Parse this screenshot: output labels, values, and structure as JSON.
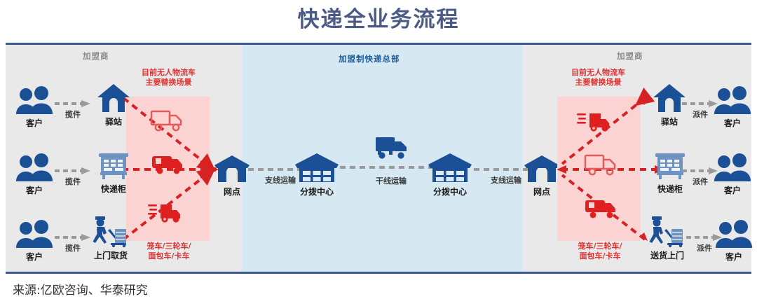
{
  "title": "快递全业务流程",
  "source": "来源:亿欧咨询、华泰研究",
  "colors": {
    "title": "#4b5b86",
    "panel_bg": "#e9e9e9",
    "mid_band_bg": "#d6e9f2",
    "pink_box": "#fcd3d3",
    "brand_blue": "#1b4f96",
    "light_blue": "#6f93c0",
    "red": "#e03030",
    "arrow_gray": "#9a9a9a",
    "border": "#3d5a93"
  },
  "zones": {
    "left": "加盟商",
    "middle": "加盟制快递总部",
    "right": "加盟商"
  },
  "red_notes": {
    "left_top": [
      "目前无人物流车",
      "主要替换场景"
    ],
    "left_bottom": [
      "笼车/三轮车/",
      "面包车/卡车"
    ],
    "right_top": [
      "目前无人物流车",
      "主要替换场景"
    ],
    "right_bottom": [
      "笼车/三轮车/",
      "面包车/卡车"
    ]
  },
  "left_flow": {
    "rows": [
      {
        "customer": "客户",
        "action": "揽件",
        "endpoint": "驿站",
        "endpoint_icon": "house-icon"
      },
      {
        "customer": "客户",
        "action": "揽件",
        "endpoint": "快递柜",
        "endpoint_icon": "locker-icon"
      },
      {
        "customer": "客户",
        "action": "揽件",
        "endpoint": "上门取货",
        "endpoint_icon": "courier-cart-icon"
      }
    ],
    "customer_icon": "two-people-icon"
  },
  "right_flow": {
    "rows": [
      {
        "endpoint": "驿站",
        "endpoint_icon": "house-icon",
        "action": "派件",
        "customer": "客户"
      },
      {
        "endpoint": "快递柜",
        "endpoint_icon": "locker-icon",
        "action": "派件",
        "customer": "客户"
      },
      {
        "endpoint": "送货上门",
        "endpoint_icon": "courier-cart-icon",
        "action": "派件",
        "customer": "客户"
      }
    ],
    "customer_icon": "two-people-icon"
  },
  "trunk_chain": {
    "nodes": [
      {
        "label": "网点",
        "icon": "store-icon"
      },
      {
        "label": "分拨中心",
        "icon": "warehouse-icon"
      },
      {
        "label": "分拨中心",
        "icon": "warehouse-icon"
      },
      {
        "label": "网点",
        "icon": "store-icon"
      }
    ],
    "links": [
      {
        "label": "支线运输",
        "icon": "dashed-arrow-icon"
      },
      {
        "label": "干线运输",
        "icon": "truck-icon"
      },
      {
        "label": "支线运输",
        "icon": "dashed-arrow-icon"
      }
    ]
  },
  "pink_vehicles": {
    "left": [
      "box-truck-outline-icon",
      "van-solid-icon",
      "speeding-truck-icon"
    ],
    "right": [
      "speeding-truck-icon",
      "box-truck-outline-icon",
      "van-solid-icon"
    ]
  }
}
